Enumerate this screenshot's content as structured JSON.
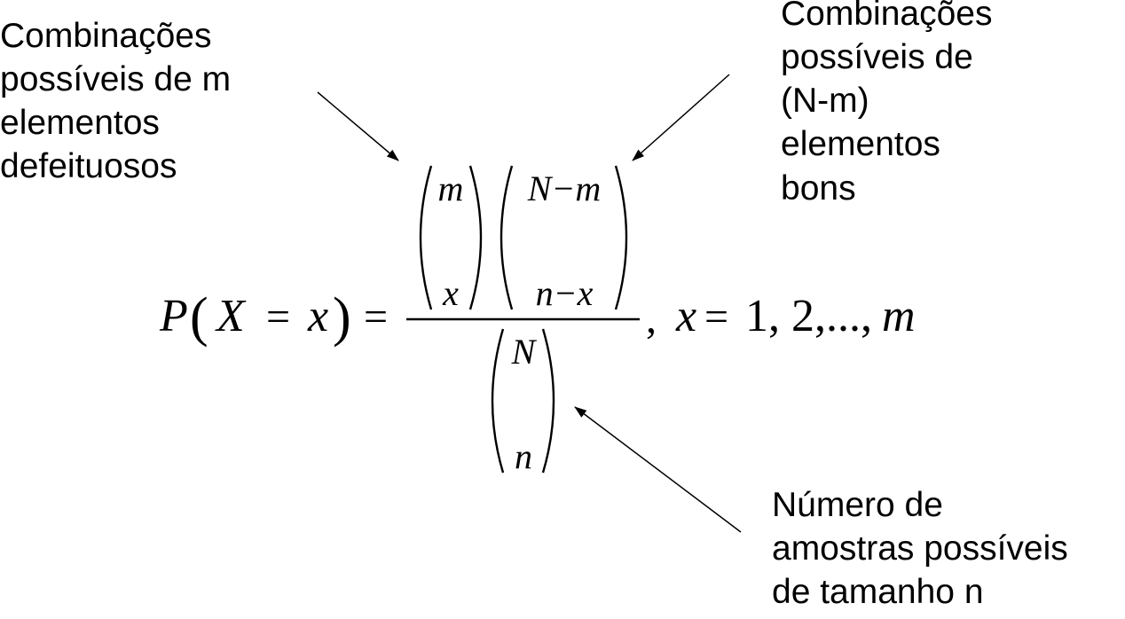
{
  "callouts": {
    "left": [
      "Combinações",
      "possíveis de m",
      "elementos",
      "defeituosos"
    ],
    "right": [
      "Combinações",
      "possíveis de",
      "(N-m)",
      "elementos",
      "bons"
    ],
    "bottom": [
      "Número de",
      "amostras possíveis",
      "de tamanho n"
    ]
  },
  "formula": {
    "lhs_P": "P",
    "lhs_open": "(",
    "lhs_X": "X",
    "lhs_eq": "=",
    "lhs_x": "x",
    "lhs_close": ")",
    "main_eq": "=",
    "binom1_top": "m",
    "binom1_bottom": "x",
    "binom2_top": "N−m",
    "binom2_bottom": "n−x",
    "binom3_top": "N",
    "binom3_bottom": "n",
    "comma": ",",
    "range_x": "x",
    "range_eq": "=",
    "range_values": "1, 2,...,",
    "range_end": "m"
  }
}
